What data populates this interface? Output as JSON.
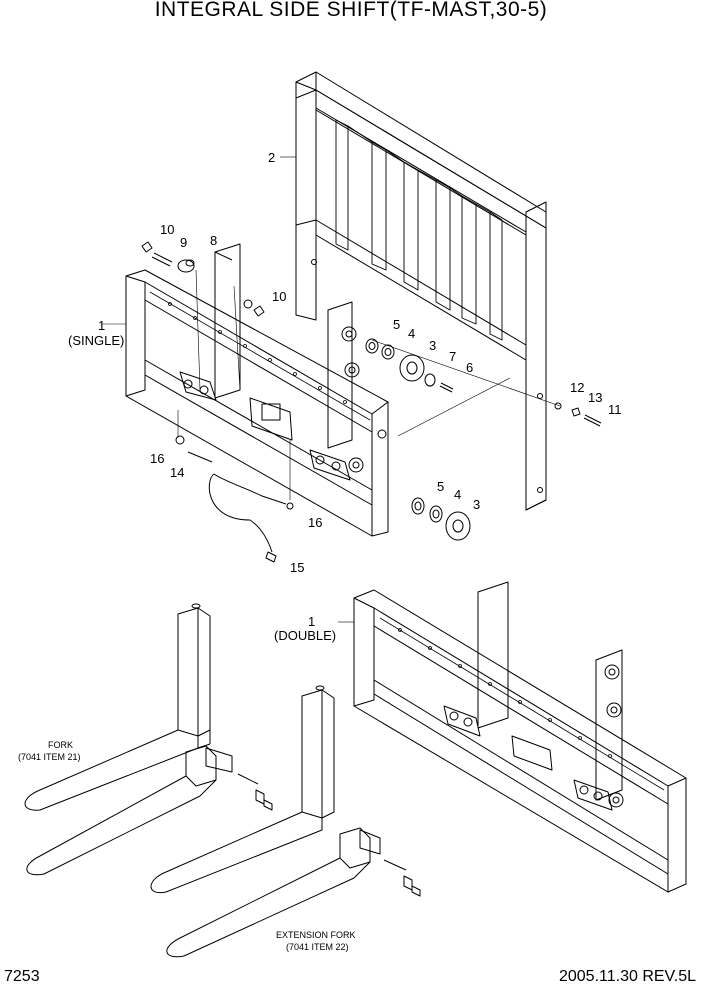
{
  "title": "INTEGRAL SIDE SHIFT(TF-MAST,30-5)",
  "footer": {
    "page_no": "7253",
    "date_rev": "2005.11.30  REV.5L"
  },
  "callouts": {
    "c1": "1",
    "c1b": "(SINGLE)",
    "c2": "2",
    "c3a": "3",
    "c4a": "4",
    "c5a": "5",
    "c6": "6",
    "c7": "7",
    "c8": "8",
    "c9": "9",
    "c10a": "10",
    "c10b": "10",
    "c11": "11",
    "c12": "12",
    "c13": "13",
    "c14": "14",
    "c15": "15",
    "c16a": "16",
    "c16b": "16",
    "c3b": "3",
    "c4b": "4",
    "c5b": "5",
    "d1": "1",
    "d1b": "(DOUBLE)"
  },
  "notes": {
    "fork_a": "FORK",
    "fork_b": "(7041 ITEM 21)",
    "ext_a": "EXTENSION FORK",
    "ext_b": "(7041 ITEM 22)"
  }
}
